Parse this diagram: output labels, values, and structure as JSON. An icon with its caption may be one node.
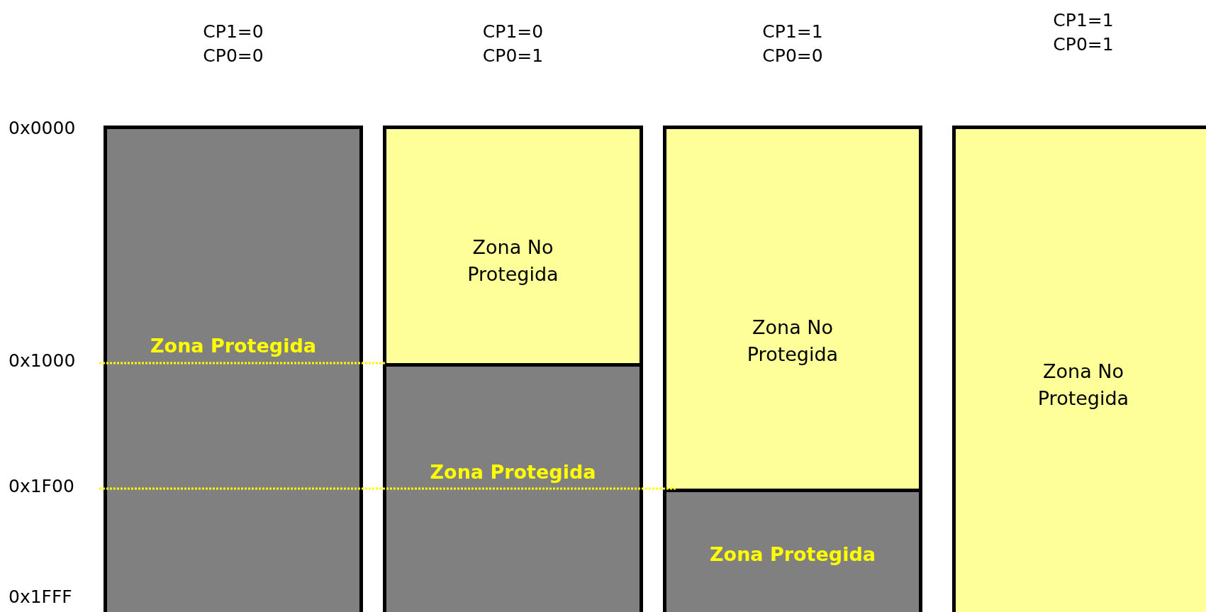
{
  "diagram": {
    "nodes": [
      {
        "text": [
          "CP1=0 CP0=0"
        ]
      },
      {
        "text": [
          "Zona Protegida"
        ],
        "in": 0
      },
      {
        "text": [
          "CP1=0 CP0=1"
        ]
      },
      {
        "text": [
          "Zona No Protegida"
        ],
        "in": 2
      },
      {
        "text": [
          "Zona Protegida"
        ],
        "in": 2
      },
      {
        "text": [
          "CP1=1 CP0=0"
        ]
      },
      {
        "text": [
          "Zona No Protegida"
        ],
        "in": 5
      },
      {
        "text": [
          "Zona Protegida"
        ],
        "in": 5
      },
      {
        "text": [
          "CP1=1 CP0=1"
        ]
      },
      {
        "text": [
          "Zona No Protegida"
        ],
        "in": 8
      }
    ],
    "edges": [],
    "labels": [
      "0x0000",
      "0x1000",
      "0x1F00",
      "0x1FFF"
    ]
  }
}
